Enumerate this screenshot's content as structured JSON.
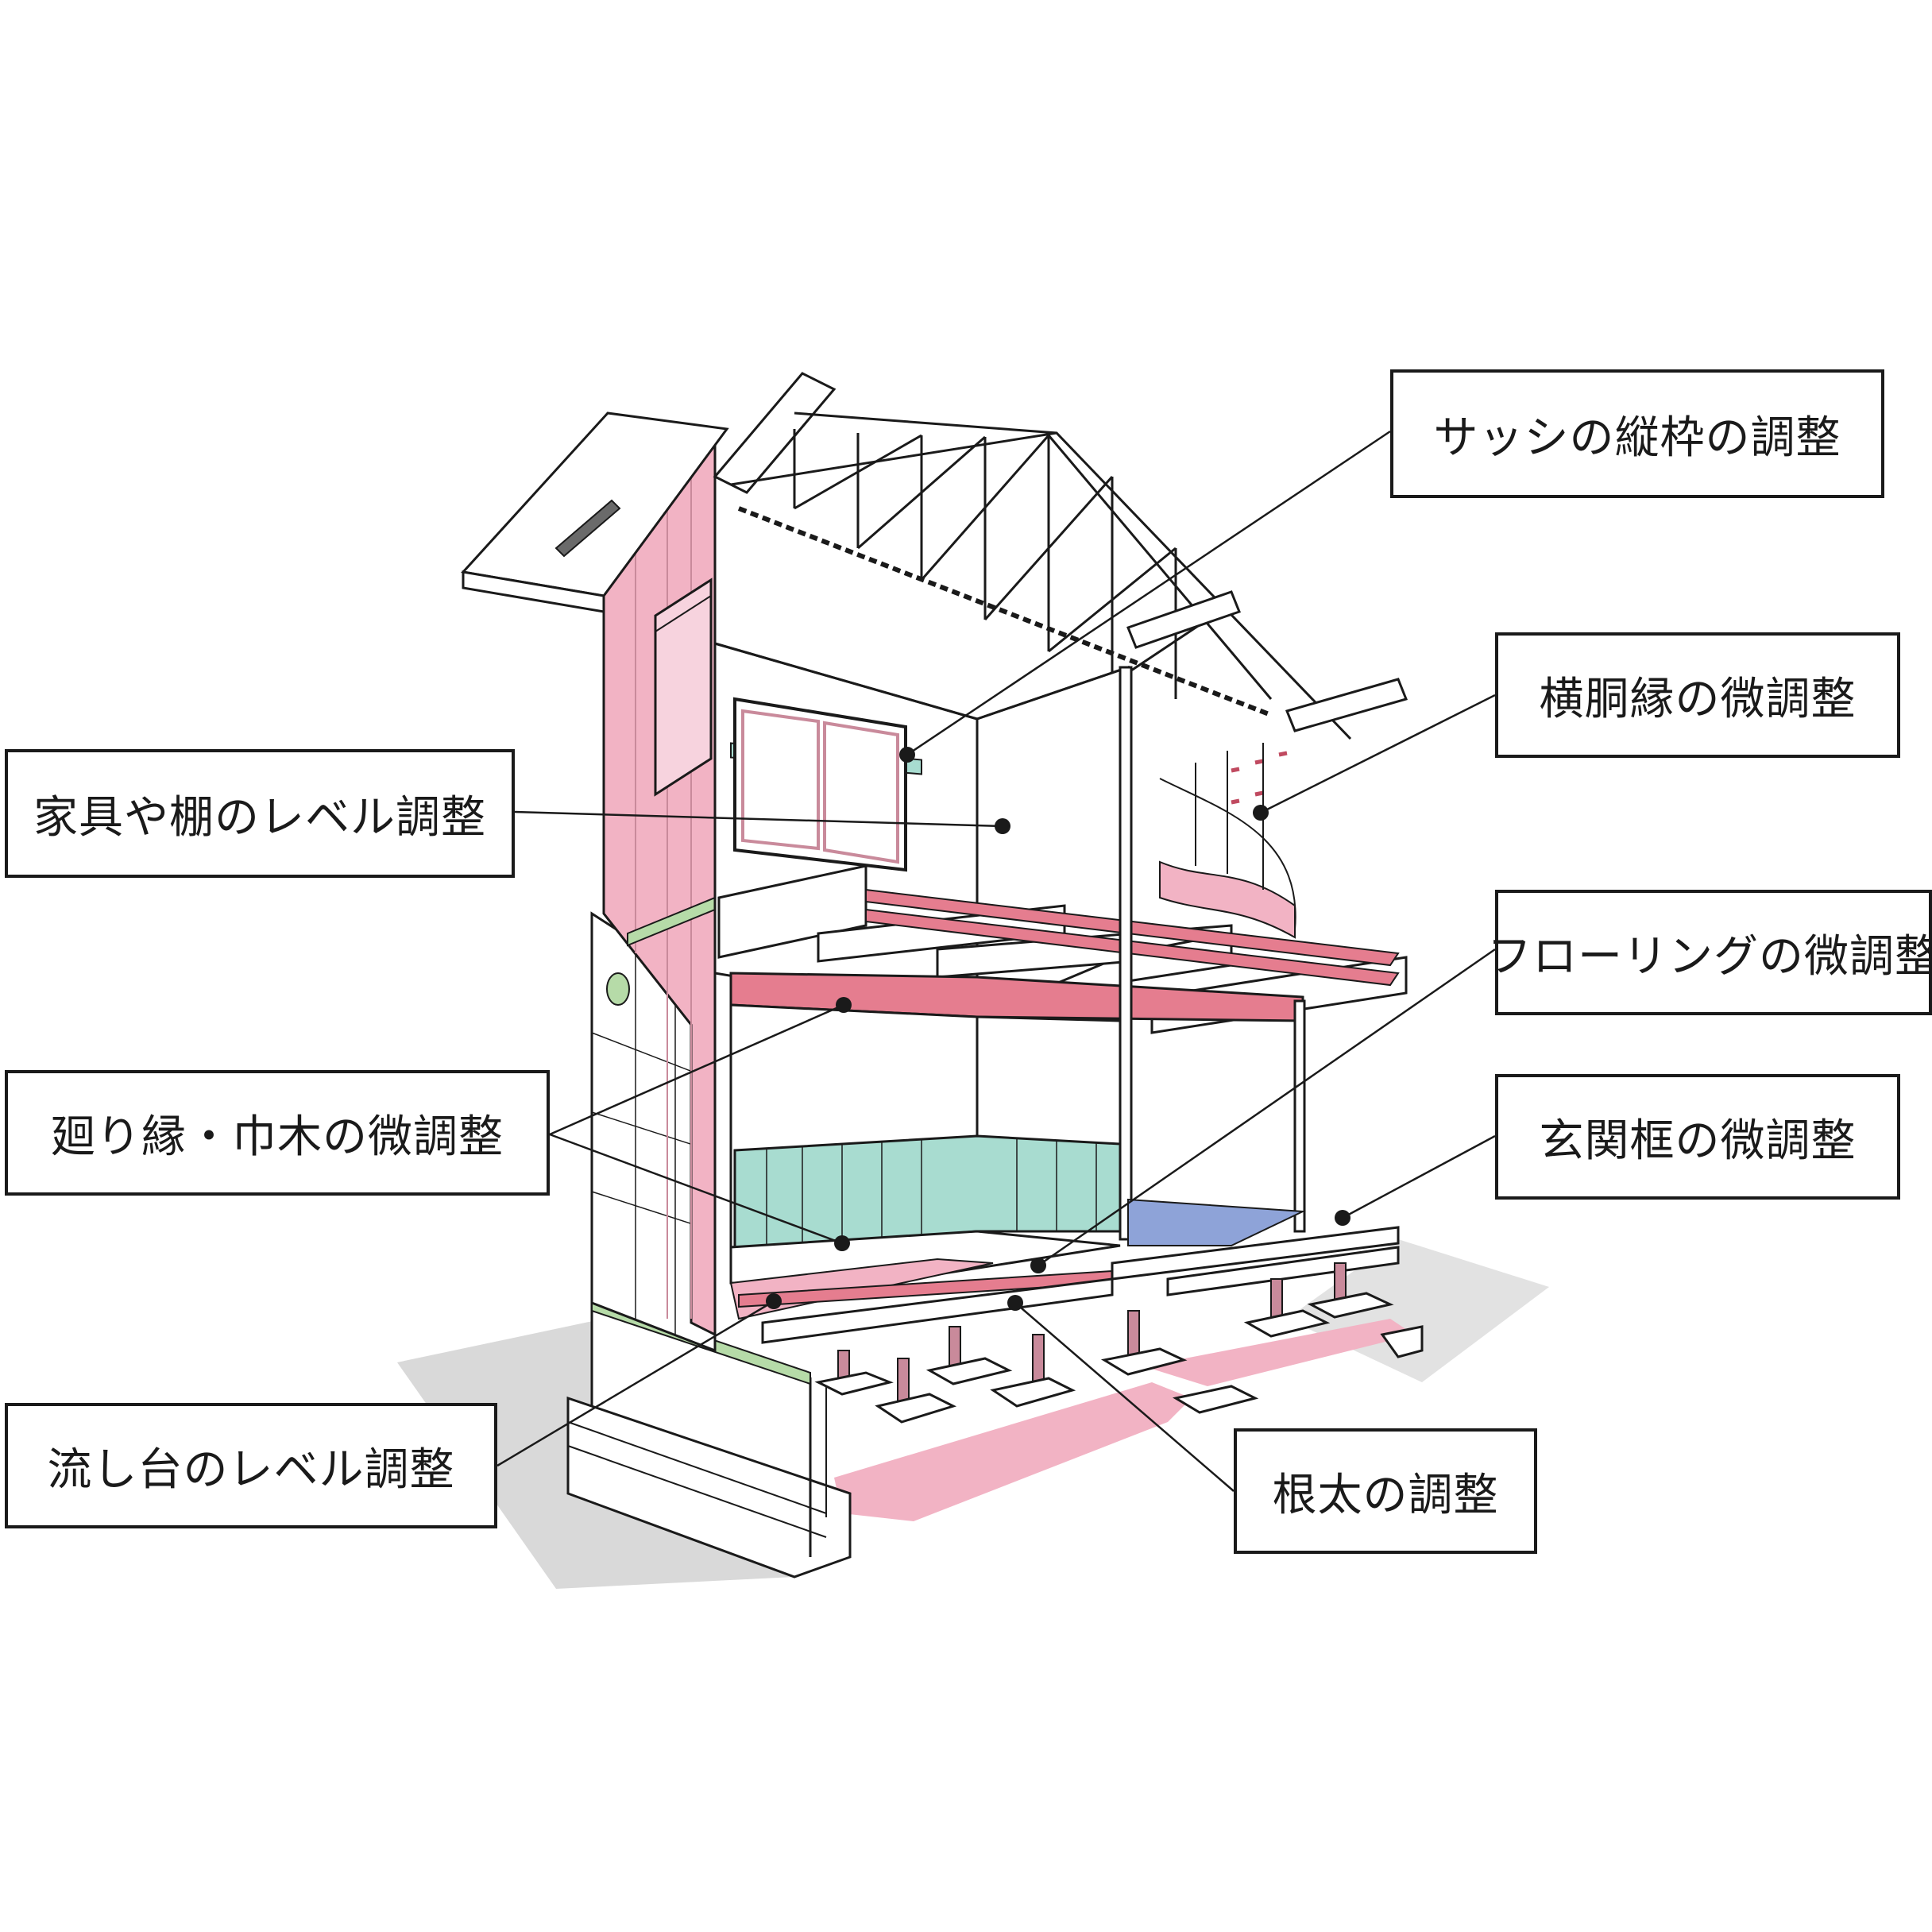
{
  "callouts": {
    "sash": "サッシの縦枠の調整",
    "yokodo": "横胴縁の微調整",
    "furniture": "家具や棚のレベル調整",
    "flooring": "フローリングの微調整",
    "mawari": "廻り縁・巾木の微調整",
    "genkan": "玄関框の微調整",
    "nagashi": "流し台のレベル調整",
    "neda": "根太の調整"
  },
  "colors": {
    "pink": "#f2b3c4",
    "red_beam": "#e57d8f",
    "teal": "#a8dcd0",
    "blue_floor": "#8ea3d8",
    "green_band": "#b6dba8",
    "shadow": "#d9d9d9",
    "line": "#1a1a1a"
  }
}
